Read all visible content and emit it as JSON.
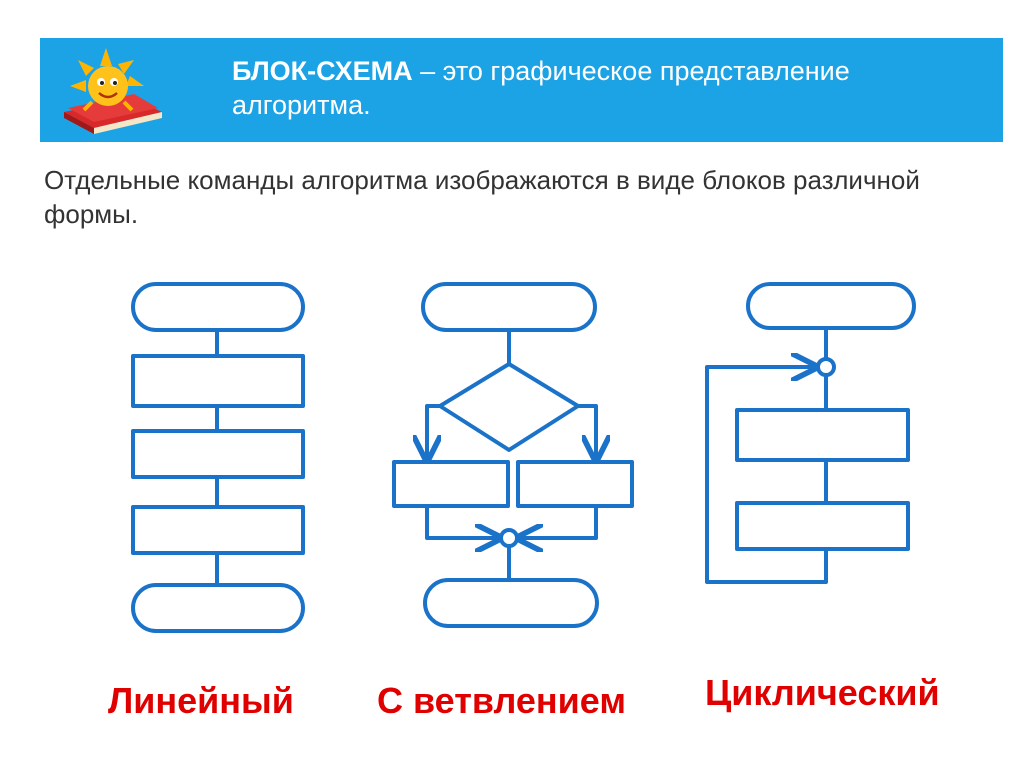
{
  "header": {
    "term": "БЛОК-СХЕМА",
    "definition": " – это графическое представление алгоритма."
  },
  "intro_text": "Отдельные команды алгоритма изображаются в виде блоков различной формы.",
  "icons": {
    "header_icon": "sun-on-book-icon"
  },
  "colors": {
    "banner": "#1ba3e6",
    "diagram_stroke": "#1a73c9",
    "label_text": "#e00000"
  },
  "diagrams": [
    {
      "type": "linear",
      "label": "Линейный"
    },
    {
      "type": "branching",
      "label": "С ветвлением"
    },
    {
      "type": "cyclic",
      "label": "Циклический"
    }
  ]
}
